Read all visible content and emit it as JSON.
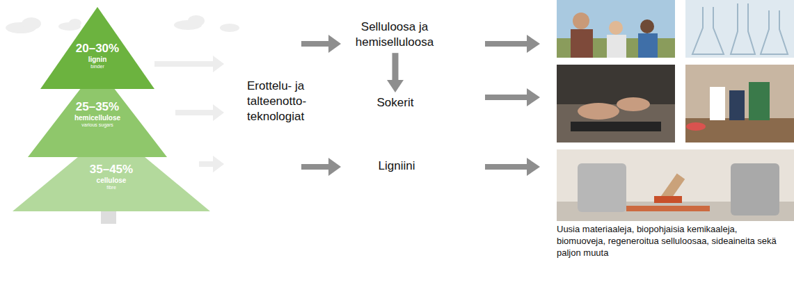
{
  "diagram": {
    "nodes": [
      {
        "text": [
          "20–30%",
          "lignin",
          "binder"
        ]
      },
      {
        "text": [
          "25–35%",
          "hemicellulose",
          "various sugars"
        ]
      },
      {
        "text": [
          "35–45%",
          "cellulose",
          "fibre"
        ]
      },
      {
        "text": [
          "Erottelu- ja talteenotto- teknologiat"
        ]
      },
      {
        "text": [
          "Selluloosa ja hemiselluloosa"
        ]
      },
      {
        "text": [
          "Sokerit"
        ]
      },
      {
        "text": [
          "Ligniini"
        ]
      }
    ],
    "edges": [
      {
        "from": 4,
        "to": 5,
        "arrow": "to"
      }
    ],
    "labels": [
      "Uusia materiaaleja, biopohjaisia kemikaaleja, biomuoveja, regeneroitua selluloosaa, sideaineita sekä paljon muuta"
    ]
  }
}
